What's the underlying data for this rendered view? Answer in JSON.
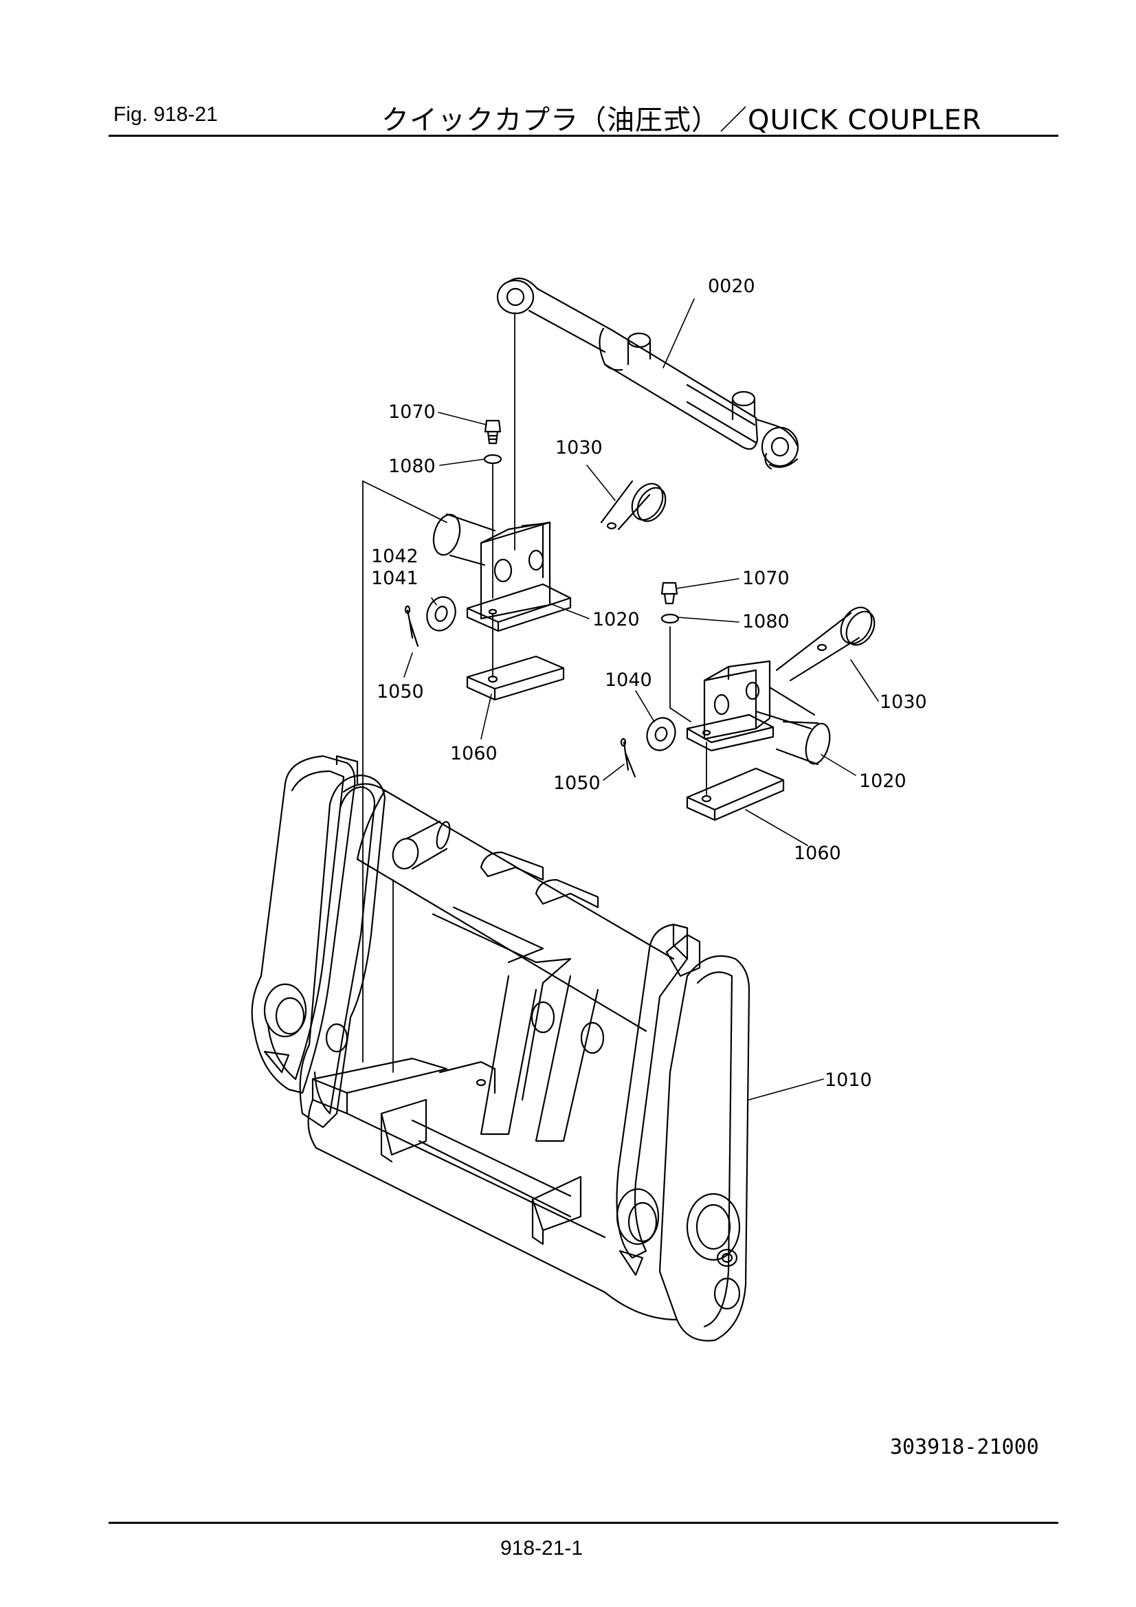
{
  "header": {
    "figure": "Fig.  918-21",
    "title": "クイックカプラ（油圧式）／QUICK  COUPLER"
  },
  "diagram": {
    "callouts": [
      {
        "id": "c0020",
        "label": "0020"
      },
      {
        "id": "c1070a",
        "label": "1070"
      },
      {
        "id": "c1080a",
        "label": "1080"
      },
      {
        "id": "c1030a",
        "label": "1030"
      },
      {
        "id": "c1042",
        "label": "1042"
      },
      {
        "id": "c1041",
        "label": "1041"
      },
      {
        "id": "c1020a",
        "label": "1020"
      },
      {
        "id": "c1050a",
        "label": "1050"
      },
      {
        "id": "c1060a",
        "label": "1060"
      },
      {
        "id": "c1070b",
        "label": "1070"
      },
      {
        "id": "c1080b",
        "label": "1080"
      },
      {
        "id": "c1040",
        "label": "1040"
      },
      {
        "id": "c1030b",
        "label": "1030"
      },
      {
        "id": "c1050b",
        "label": "1050"
      },
      {
        "id": "c1020b",
        "label": "1020"
      },
      {
        "id": "c1060b",
        "label": "1060"
      },
      {
        "id": "c1010",
        "label": "1010"
      }
    ]
  },
  "footer": {
    "drawing_number": "303918-21000",
    "page_number": "918-21-1"
  }
}
